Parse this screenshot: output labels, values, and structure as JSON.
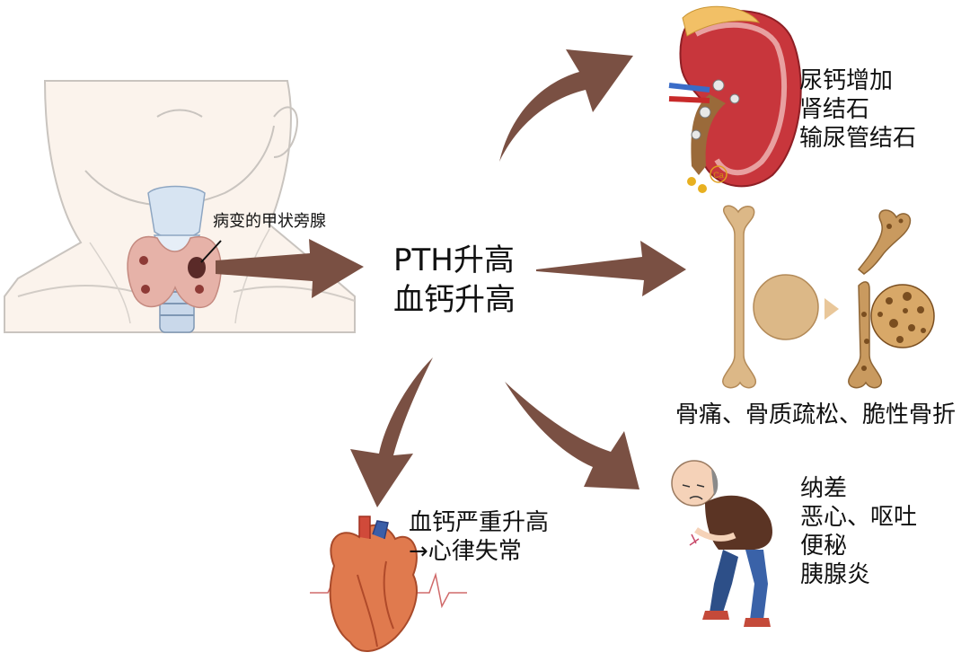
{
  "center": {
    "line1": "PTH升高",
    "line2": "血钙升高"
  },
  "gland_label": "病变的甲状旁腺",
  "kidney": {
    "lines": [
      "尿钙增加",
      "肾结石",
      "输尿管结石"
    ]
  },
  "kidney_ca_symbol": "Ca",
  "bone": {
    "caption": "骨痛、骨质疏松、脆性骨折"
  },
  "heart": {
    "line1": "血钙严重升高",
    "line2": "→心律失常"
  },
  "gi": {
    "lines": [
      "纳差",
      "恶心、呕吐",
      "便秘",
      "胰腺炎"
    ]
  },
  "colors": {
    "arrow": "#7a5043",
    "bone": "#dcb887",
    "kidney": "#c8363c",
    "heart": "#e07a4e",
    "skin": "#fbf2ea"
  }
}
